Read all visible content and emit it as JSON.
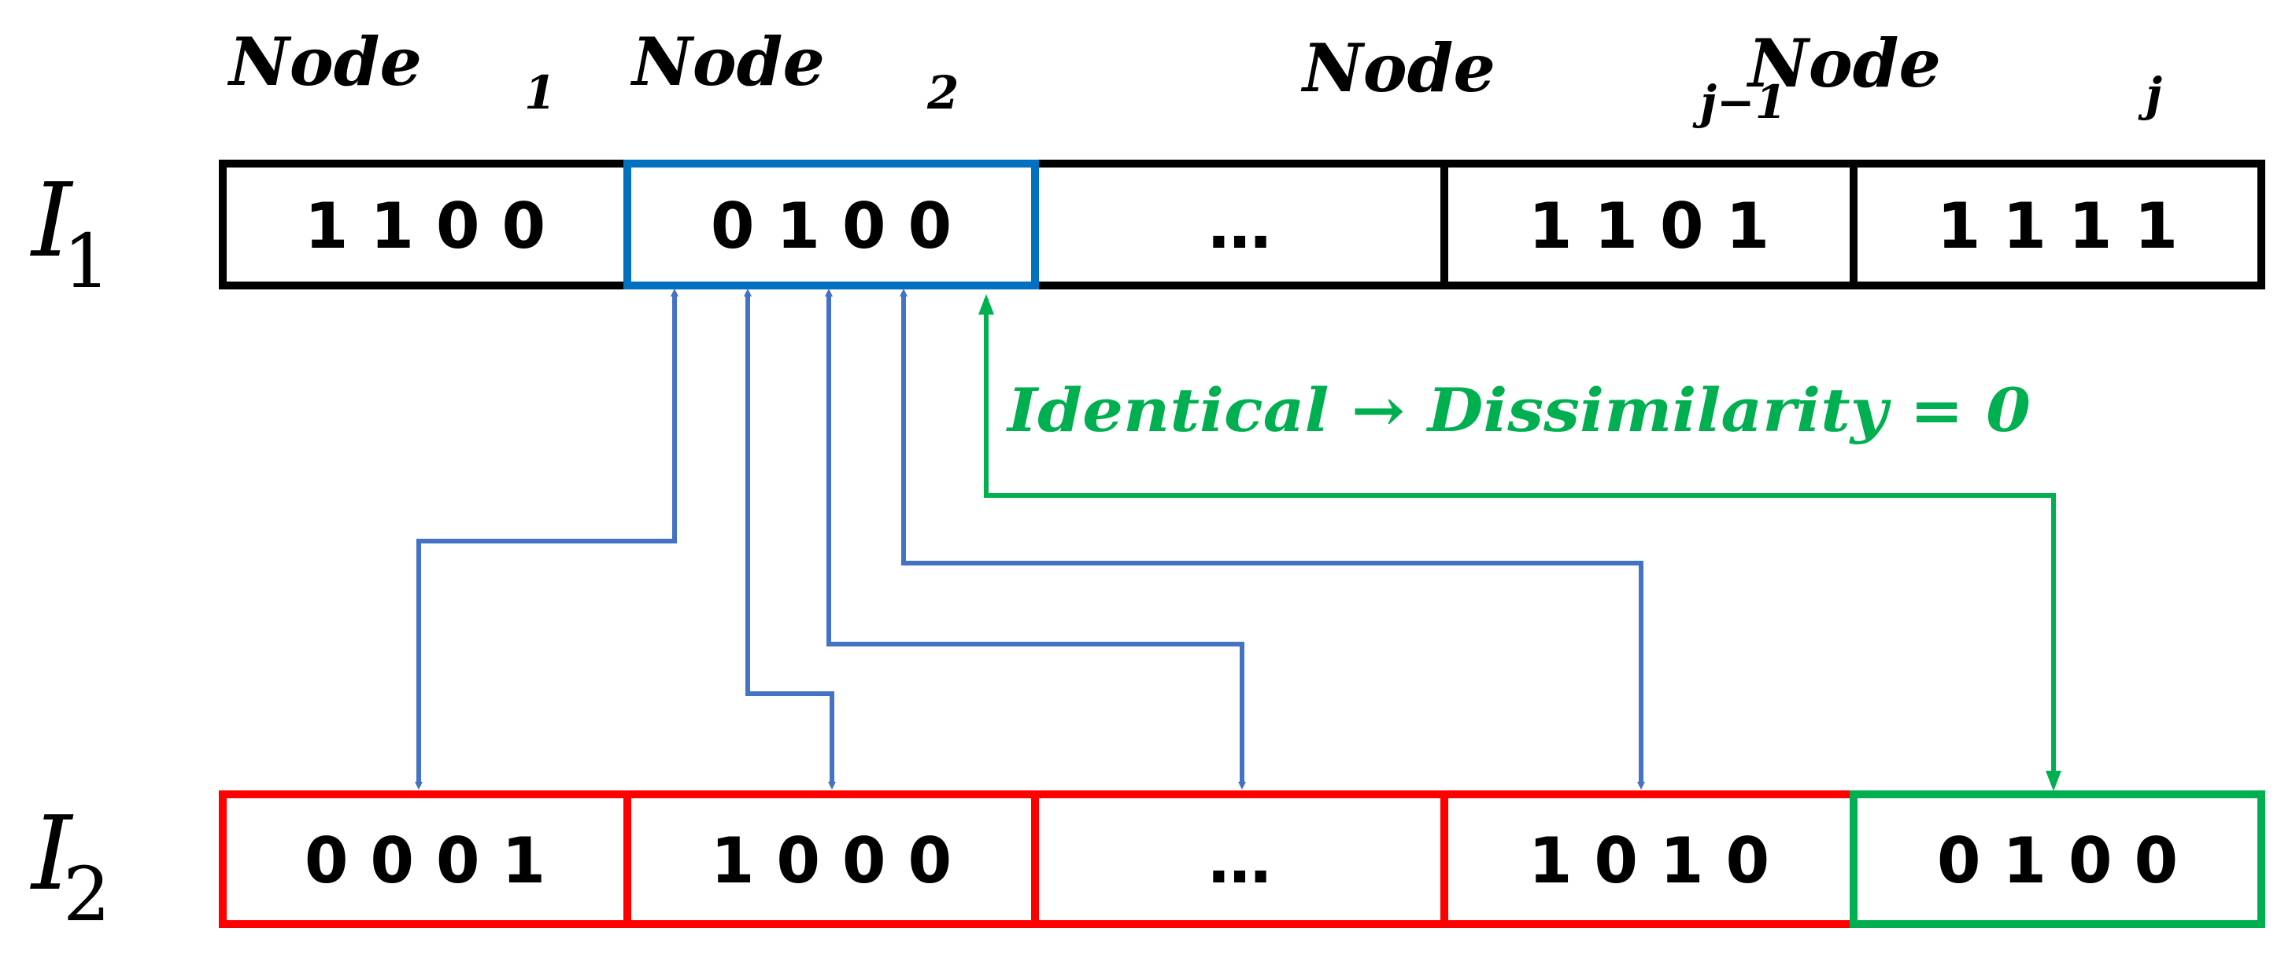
{
  "headers": {
    "node1": {
      "base": "Node",
      "sub": "1"
    },
    "node2": {
      "base": "Node",
      "sub": "2"
    },
    "node_jm1": {
      "base": "Node",
      "sub": "j−1"
    },
    "node_j": {
      "base": "Node",
      "sub": "j"
    }
  },
  "rows": {
    "i1": {
      "label": "I",
      "sub": "1",
      "cells": [
        "1 1 0 0",
        "0 1 0 0",
        "…",
        "1 1 0 1",
        "1 1 1 1"
      ]
    },
    "i2": {
      "label": "I",
      "sub": "2",
      "cells": [
        "0 0 0 1",
        "1 0 0 0",
        "…",
        "1 0 1 0",
        "0 1 0 0"
      ]
    }
  },
  "annotation": "Identical  → Dissimilarity = 0",
  "colors": {
    "outline": "#000000",
    "highlight_blue": "#0070c0",
    "mismatch_red": "#ff0000",
    "match_green": "#00b050",
    "arrow_blue": "#4472c4"
  }
}
